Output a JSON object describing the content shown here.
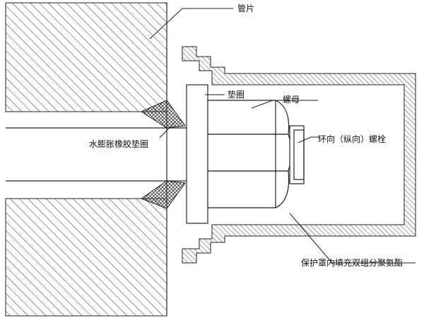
{
  "labels": {
    "segment": "管片",
    "washer": "垫圈",
    "nut": "螺母",
    "bolt": "环向（纵向）螺栓",
    "rubber_washer": "水膨胀橡胶垫圈",
    "filler": "保护罩内填充双组分聚氨酯"
  }
}
